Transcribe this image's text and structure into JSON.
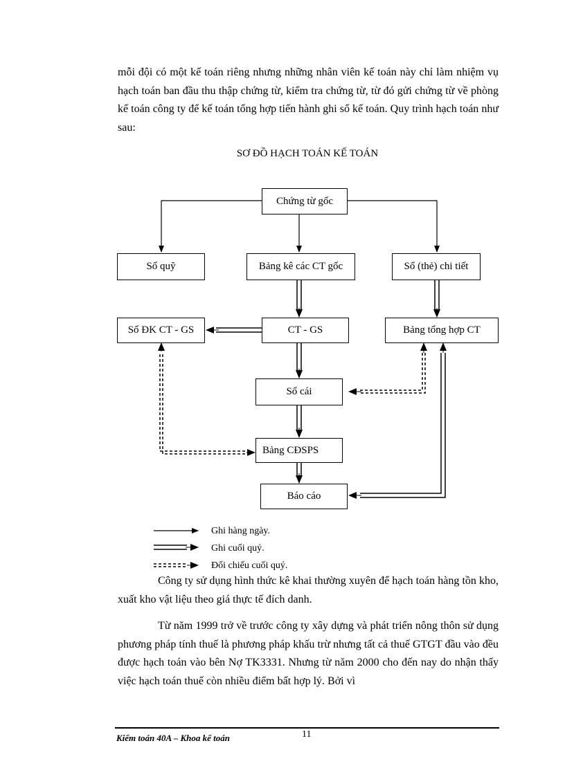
{
  "text": {
    "para1": "mỗi đội có một kế toán riêng nhưng những nhân viên kế toán này chỉ làm nhiệm vụ hạch toán ban đầu thu thập chứng từ, kiểm tra chứng từ, từ đó gửi chứng từ về phòng kế toán công ty để kế toán tổng hợp tiến hành ghi sổ kế toán. Quy trình hạch toán như sau:",
    "title": "SƠ ĐỒ HẠCH TOÁN KẾ TOÁN",
    "para2": "Công ty sử dụng hình thức kê khai thường xuyên để hạch toán hàng tồn kho, xuất kho vật liệu theo giá thực tế đích danh.",
    "para3": "Từ năm 1999 trở về trước công ty xây dựng và phát triển nông thôn sử dụng phương pháp tính thuế là phương pháp khấu trừ nhưng tất cả thuế GTGT đầu vào đều được hạch toán vào bên Nợ TK3331. Nhưng từ năm 2000 cho đến nay do nhận thấy việc hạch toán thuế còn nhiều điểm bất hợp lý. Bởi vì"
  },
  "diagram": {
    "boxes": {
      "chung_tu_goc": "Chứng từ gốc",
      "so_quy": "Sổ quỹ",
      "bang_ke": "Bảng kê các CT gốc",
      "so_chi_tiet": "Sổ (thẻ) chi tiết",
      "so_dk": "Sổ ĐK CT - GS",
      "ct_gs": "CT - GS",
      "bang_tong_hop": "Bảng tổng hợp CT",
      "so_cai": "Sổ cái",
      "bang_cdsps": "Bảng CĐSPS",
      "bao_cao": "Báo cáo"
    },
    "legend": {
      "daily": "Ghi hàng ngày.",
      "quarter_end": "Ghi cuối quý.",
      "reconcile": "Đối chiếu cuối quý."
    }
  },
  "footer": {
    "left": "Kiểm toán 40A – Khoa kế toán",
    "page_number": "11"
  }
}
